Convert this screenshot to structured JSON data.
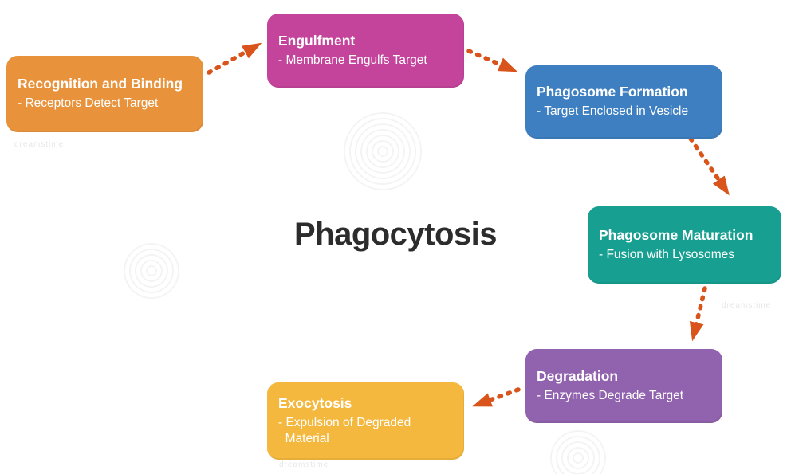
{
  "title": "Phagocytosis",
  "steps": [
    {
      "id": "recognition-and-binding",
      "title": "Recognition and Binding",
      "subtitle": "- Receptors Detect Target",
      "color": "#E8933C"
    },
    {
      "id": "engulfment",
      "title": "Engulfment",
      "subtitle": "- Membrane Engulfs Target",
      "color": "#C4449C"
    },
    {
      "id": "phagosome-formation",
      "title": "Phagosome Formation",
      "subtitle": "- Target Enclosed in Vesicle",
      "color": "#3E7FC1"
    },
    {
      "id": "phagosome-maturation",
      "title": "Phagosome Maturation",
      "subtitle": "- Fusion with Lysosomes",
      "color": "#17A091"
    },
    {
      "id": "degradation",
      "title": "Degradation",
      "subtitle": "- Enzymes Degrade Target",
      "color": "#9162AD"
    },
    {
      "id": "exocytosis",
      "title": "Exocytosis",
      "subtitle": "- Expulsion of Degraded\n  Material",
      "color": "#F5B83E"
    }
  ],
  "arrows": {
    "color": "#D8541B",
    "connections": [
      "recognition-and-binding -> engulfment",
      "engulfment -> phagosome-formation",
      "phagosome-formation -> phagosome-maturation",
      "phagosome-maturation -> degradation",
      "degradation -> exocytosis"
    ]
  },
  "watermark": {
    "text": "dreamstime"
  }
}
